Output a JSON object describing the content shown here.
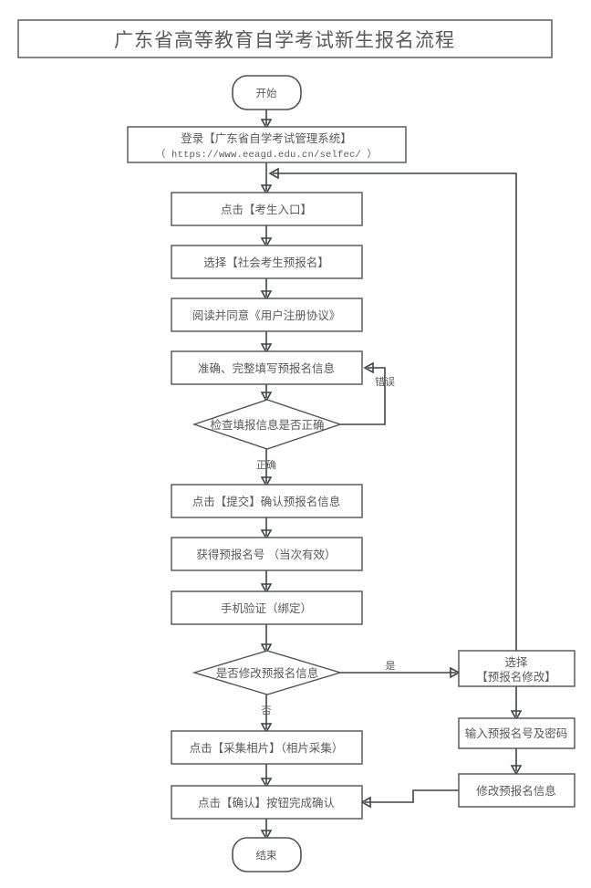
{
  "title": "广东省高等教育自学考试新生报名流程",
  "nodes": {
    "start": "开始",
    "login_line1": "登录【广东省自学考试管理系统】",
    "login_line2": "（ https://www.eeagd.edu.cn/selfec/ ）",
    "step_entry": "点击【考生入口】",
    "step_select_pre": "选择【社会考生预报名】",
    "step_agreement": "阅读并同意《用户注册协议》",
    "step_fill": "准确、完整填写预报名信息",
    "decision_check": "检查填报信息是否正确",
    "step_submit": "点击【提交】确认预报名信息",
    "step_get_number": "获得预报名号 （当次有效）",
    "step_phone": "手机验证（绑定）",
    "decision_modify": "是否修改预报名信息",
    "step_photo": "点击【采集相片】（相片采集）",
    "step_confirm": "点击【确认】按钮完成确认",
    "end": "结束",
    "branch_select_line1": "选择",
    "branch_select_line2": "【预报名修改】",
    "branch_input": "输入预报名号及密码",
    "branch_modify": "修改预报名信息"
  },
  "edge_labels": {
    "error": "错误",
    "correct": "正确",
    "yes": "是",
    "no": "否"
  },
  "colors": {
    "stroke": "#4d5358",
    "text": "#5a5a5a",
    "background": "#ffffff"
  }
}
